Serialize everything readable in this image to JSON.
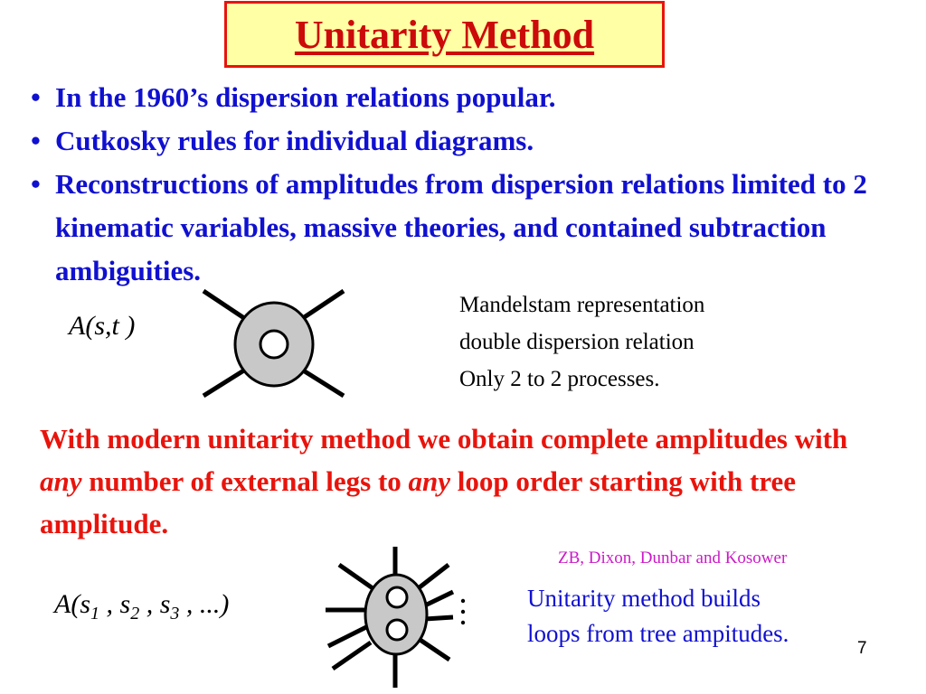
{
  "title": "Unitarity Method",
  "bullets": [
    "In the 1960’s dispersion relations popular.",
    "Cutkosky rules for individual diagrams.",
    "Reconstructions of amplitudes from dispersion relations limited to 2 kinematic variables, massive theories, and contained subtraction ambiguities."
  ],
  "bullet_marker": "•",
  "diagram1": {
    "label": "A(s,t )",
    "notes": [
      "Mandelstam representation",
      "double dispersion relation",
      "Only 2 to 2 processes."
    ]
  },
  "red_paragraph": {
    "part1": "With modern unitarity method we obtain complete amplitudes with ",
    "em1": "any",
    "part2": " number of external legs to ",
    "em2": "any",
    "part3": " loop order starting with tree amplitude."
  },
  "citation": "ZB, Dixon, Dunbar and Kosower",
  "diagram2": {
    "label_prefix": "A(s",
    "sub1": "1",
    "sep1": " , s",
    "sub2": "2",
    "sep2": " , s",
    "sub3": "3",
    "suffix": " , ...)",
    "note_lines": [
      "Unitarity method builds",
      "loops from tree ampitudes."
    ]
  },
  "page_number": "7",
  "colors": {
    "title_text": "#cc0a0a",
    "title_bg": "#ffffa6",
    "title_border": "#e8140c",
    "bullet_text": "#1010d0",
    "red_text": "#e8140c",
    "citation": "#cc1ac8",
    "blob_fill": "#c8c8c8"
  }
}
